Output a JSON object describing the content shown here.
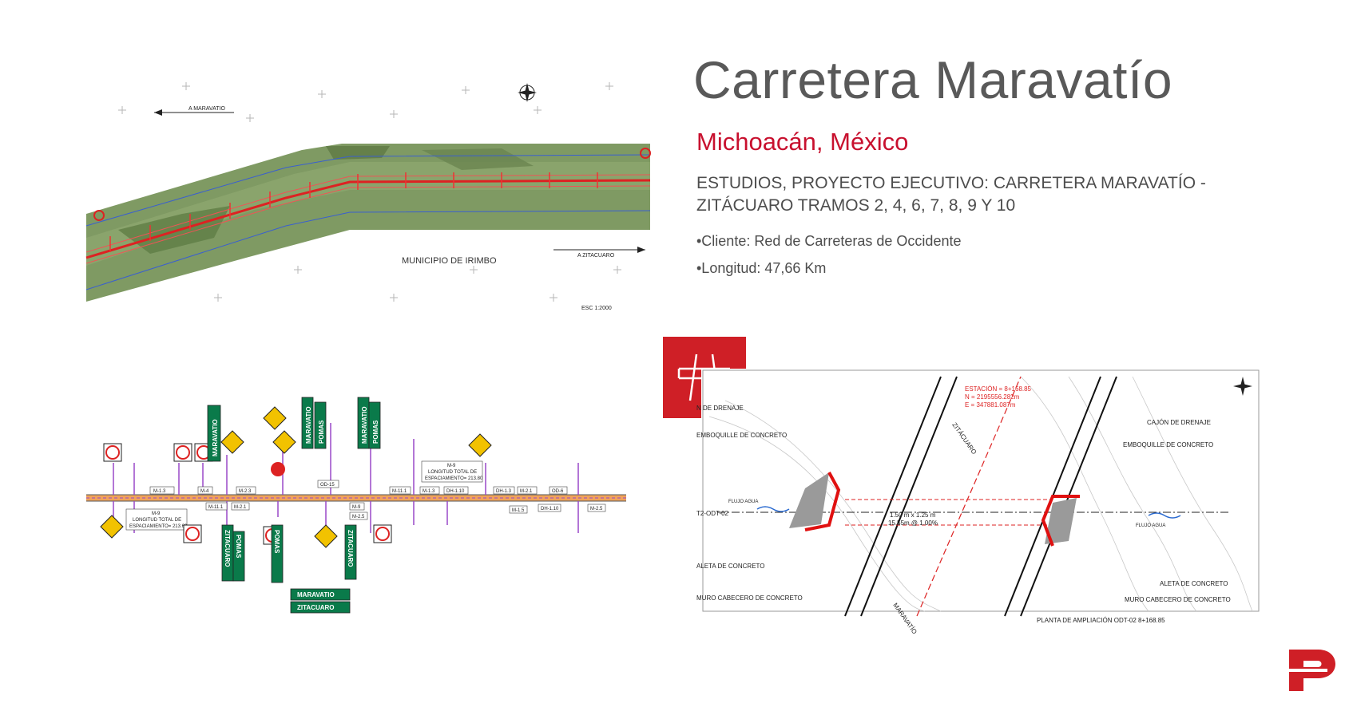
{
  "header": {
    "title": "Carretera Maravatío",
    "subtitle": "Michoacán, México",
    "description": "ESTUDIOS, PROYECTO EJECUTIVO: CARRETERA MARAVATÍO - ZITÁCUARO TRAMOS 2, 4, 6, 7, 8, 9 Y 10",
    "client": "•Cliente: Red de Carreteras de Occidente",
    "length": "•Longitud: 47,66 Km"
  },
  "aerial_plan": {
    "label_west": "A MARAVATIO",
    "label_east": "A ZITACUARO",
    "municipality": "MUNICIPIO DE IRIMBO",
    "scale": "ESC 1:2000"
  },
  "signage_plan": {
    "sign_text_maravatio": "MARAVATIO",
    "sign_text_pomas": "POMAS",
    "sign_text_zitacuaro": "ZITACUARO",
    "note_title": "M-9",
    "note_line1": "LONGITUD TOTAL DE",
    "note_line2": "ESPACIAMIENTO= 213.80",
    "note2_line2": "ESPACIAMIENTO= 213.69",
    "codes": [
      "M-1.3",
      "M-4",
      "M-2.3",
      "OD-15",
      "M-11.1",
      "M-1.3",
      "DH-1.10",
      "DH-1.3",
      "M-2.1",
      "OD-6",
      "M-11.1",
      "M-2.1",
      "M-9",
      "M-2.5",
      "M-1.5",
      "DH-1.10",
      "M-2.5"
    ]
  },
  "drainage_plan": {
    "station": "ESTACIÓN = 8+168.85",
    "north": "N = 2195556.282m",
    "east": "E = 347881.087m",
    "left_drain_label": "N DE DRENAJE",
    "right_drain_label": "CAJÓN DE DRENAJE",
    "emboquille_left": "EMBOQUILLE DE CONCRETO",
    "emboquille_right": "EMBOQUILLE DE CONCRETO",
    "aleta_left": "ALETA DE CONCRETO",
    "aleta_right": "ALETA DE CONCRETO",
    "muro_left": "MURO CABECERO DE CONCRETO",
    "muro_right": "MURO CABECERO DE CONCRETO",
    "flujo_left": "FLUJO AGUA",
    "flujo_right": "FLUJO AGUA",
    "axis_label": "T2-ODT-02",
    "dims": "1.50 m x 1.25 m",
    "length_slope": "15.55m @ 1.00%",
    "dir_north": "ZITÁCUARO",
    "dir_south": "MARAVATÍO",
    "caption": "PLANTA DE AMPLIACIÓN ODT-02  8+168.85"
  },
  "colors": {
    "accent": "#c8102e",
    "title_gray": "#595959",
    "text_gray": "#4d4d4d",
    "badge_red": "#cf1f26",
    "sign_green": "#0a7a4a",
    "sign_yellow": "#f2c200",
    "road_field": "#7f9a63"
  },
  "icons": {
    "road_badge": "highway-road-icon",
    "logo": "company-p-logo"
  }
}
